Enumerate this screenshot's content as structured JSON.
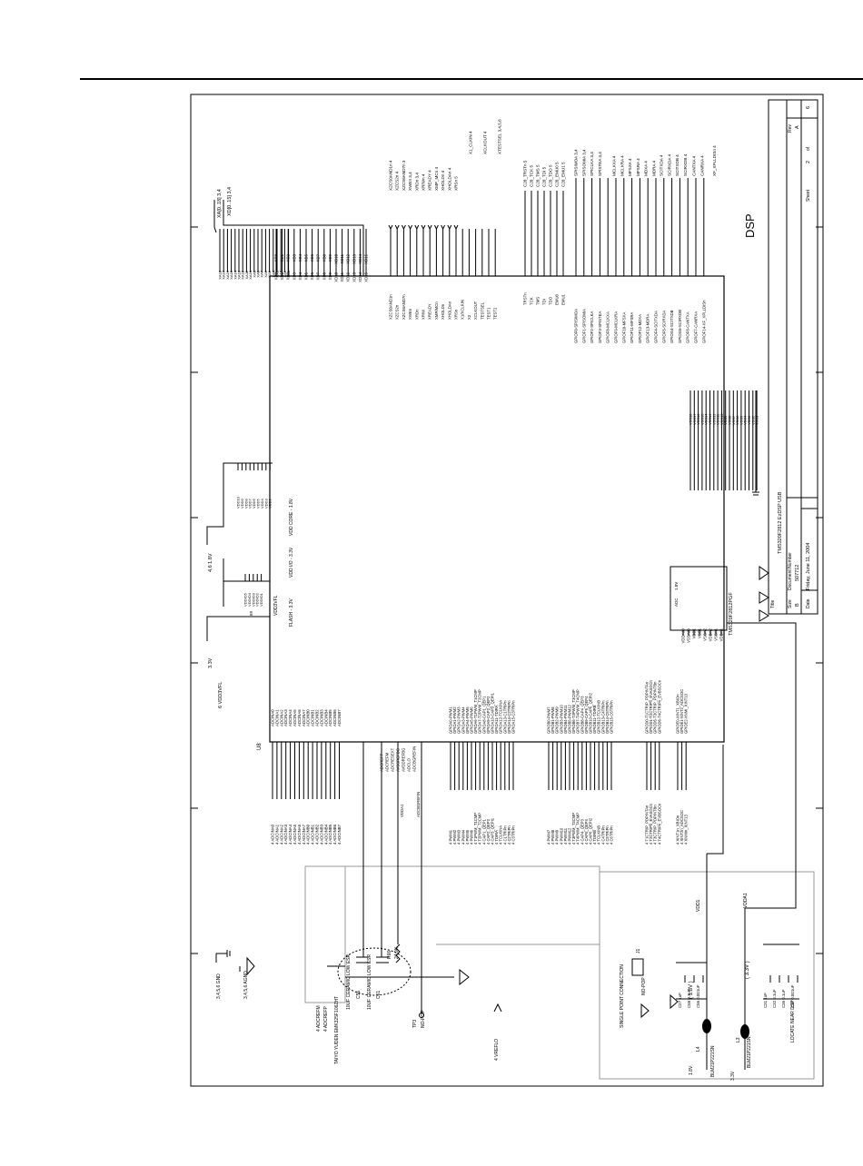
{
  "title_block": {
    "title_label": "Title",
    "title": "TMS320F2812 EzDSP USB",
    "size_label": "Size",
    "size": "B",
    "docnum_label": "Document Number",
    "docnum": "507712",
    "rev_label": "Rev",
    "rev": "A",
    "date_label": "Date",
    "date": "Friday, June 11, 2004",
    "sheet_label": "Sheet",
    "sheet": "2",
    "of_label": "of",
    "sheet_total": "6",
    "big_title": "DSP"
  },
  "chip": {
    "refdes": "U8",
    "part": "TMS320F2812PGF",
    "vdd_core": "VDD CORE - 1.8V",
    "vdd_io": "VDD I/O - 3.3V",
    "flash": "FLASH - 3.3V",
    "adc": "ADC",
    "adc_v": "1.8V",
    "vdd3vfl": "VDD3VFL",
    "vdd3vfl_pin": "69",
    "xa_bus": "XA[0..18] 3,4",
    "xd_bus": "XD[0..15] 3,4",
    "xa_pins": [
      "XA18",
      "XA17",
      "XA16",
      "XA15",
      "XA14",
      "XA13",
      "XA12",
      "XA11",
      "XA10",
      "XA9",
      "XA8",
      "XA7",
      "XA6",
      "XA5",
      "XA4",
      "XA3",
      "XA2",
      "XA1",
      "XA0"
    ],
    "vdd_pins": [
      "VDD10",
      "VDD9",
      "VDD8",
      "VDD7",
      "VDD6",
      "VDD5",
      "VDD4",
      "VDD3",
      "VDD2"
    ],
    "vddio_pins": [
      "VDDIO5",
      "VDDIO4",
      "VDDIO3",
      "VDDIO2",
      "VDDIO1"
    ],
    "vss_pins": [
      "VSS18",
      "VSS17",
      "VSS16",
      "VSS15",
      "VSS14",
      "VSS13",
      "VSS12",
      "VSS11",
      "VSS10",
      "VSS9",
      "VSS8",
      "VSS7",
      "VSS6",
      "VSS5",
      "VSS4",
      "VSS3",
      "VSS2",
      "VSS1"
    ],
    "adcin_pins": [
      "ADCINA0",
      "ADCINA1",
      "ADCINA2",
      "ADCINA3",
      "ADCINA4",
      "ADCINA5",
      "ADCINA6",
      "ADCINA7",
      "ADCINB0",
      "ADCINB1",
      "ADCINB2",
      "ADCINB3",
      "ADCINB4",
      "ADCINB5",
      "ADCINB6",
      "ADCINB7"
    ],
    "adcref_pins": [
      "ADCREFP",
      "ADCREFM",
      "ADCRESEXT",
      "AVSSREFBG",
      "AVDDREFBG",
      "ADCLO",
      "ADCBGREFIN"
    ],
    "gpioa_pins": [
      "GPIOA0-PWM1",
      "GPIOA1-PWM2",
      "GPIOA2-PWM3",
      "GPIOA3-PWM4",
      "GPIOA4-PWM5",
      "GPIOA5-PWM6",
      "GPIOA6-T1PWM_T1CMP",
      "GPIOA7-T2PWM_T2CMP",
      "GPIOA8-CAP1_QEP1",
      "GPIOA9-CAP2_QEP2",
      "GPIOA10-CAP3_QEPI1",
      "GPIOA11-TDIRA",
      "GPIOA12-TCLKINA",
      "GPIOA13-C1TRIPn",
      "GPIOA14-C2TRIPn",
      "GPIOA15-C3TRIPn"
    ],
    "gpiob_pins": [
      "GPIOB0-PWM7",
      "GPIOB1-PWM8",
      "GPIOB2-PWM9",
      "GPIOB3-PWM10",
      "GPIOB4-PWM11",
      "GPIOB5-PWM12",
      "GPIOB6-T3PWM_T3CMP",
      "GPIOB7-T4PWM_T4CMP",
      "GPIOB8-CAP4_QEP3",
      "GPIOB9-CAP5_QEP4",
      "GPIOB10-CAP6_QEPI2",
      "GPIOB11-TDIRB",
      "GPIOB12-TCLKINB",
      "GPIOB13-C4TRIPn",
      "GPIOB14-C5TRIPn",
      "GPIOB15-C6TRIPn"
    ],
    "gpiod_pins": [
      "GPIOD0-T1CTRIP_PDPINTAn",
      "GPIOD1-T2CTRIPn_EVASOCn",
      "GPIOD5-T3CTRIP_PDPINTBn",
      "GPIOD6-T4CTRIPn_EVBSOCn"
    ],
    "gpioe_pins": [
      "GPIOE0-XINT1_XBIOn",
      "GPIOE1-XINT2_ADCSOC",
      "GPIOE2-XNMI_XINT13"
    ],
    "xd_pins": [
      "XD0",
      "XD1",
      "XD2",
      "XD3",
      "XD4",
      "XD5",
      "XD6",
      "XD7",
      "XD8",
      "XD9",
      "XD10",
      "XD11",
      "XD12",
      "XD13",
      "XD14",
      "XD15"
    ],
    "ctrl_pins": [
      "XZCS0AND1n",
      "XZCS2n",
      "XZCS6AND7n",
      "XWEn",
      "XRDn",
      "XR/W",
      "XREADY",
      "XMP/MCn",
      "XHOLDn",
      "XHOLDAn",
      "XRSn",
      "X1/XCLKIN",
      "X2",
      "XCLKOUT",
      "TESTSEL",
      "TEST1",
      "TEST2"
    ],
    "jtag_pins": [
      "TRSTn",
      "TCK",
      "TMS",
      "TDI",
      "TDO",
      "EMU0",
      "EMU1"
    ],
    "gpiof_pins": [
      "GPIOF0-SPISIMOA",
      "GPIOF1-SPISOMIA",
      "GPIOF2-SPICLKA",
      "GPIOF3-SPISTEA",
      "GPIOF8-MCLKXA",
      "GPIOF9-MCLKRA",
      "GPIOF10-MFSXA",
      "GPIOF11-MFSRA",
      "GPIOF12-MDXA",
      "GPIOF13-MDRA",
      "GPIOF4-SCITXDA",
      "GPIOF5-SCIRXDA",
      "GPIOG4-SCITXDB",
      "GPIOG5-SCIRXDB",
      "GPIOF6-CANTXA",
      "GPIOF7-CANRXA",
      "GPIOF14-XF_XPLLDISn"
    ],
    "adc_supply_pins": [
      "VDDAIO",
      "VSSAIO",
      "VDD1",
      "VSS1",
      "VSSA2",
      "VDDA2",
      "VSSA1",
      "VDDA1"
    ]
  },
  "nets_left": {
    "adcin": [
      "4 ADCINA0",
      "4 ADCINA1",
      "4 ADCINA2",
      "4 ADCINA3",
      "4 ADCINA4",
      "4 ADCINA5",
      "4 ADCINA6",
      "4 ADCINA7",
      "4 ADCINB0",
      "4 ADCINB1",
      "4 ADCINB2",
      "4 ADCINB3",
      "4 ADCINB4",
      "4 ADCINB5",
      "4 ADCINB6",
      "4 ADCINB7"
    ],
    "pwm_a": [
      "4 PWM1",
      "4 PWM2",
      "4 PWM3",
      "4 PWM4",
      "4 PWM5",
      "4 PWM6",
      "4 T1PWM_T1CMP",
      "4 T2PWM_T2CMP",
      "4 CAP1_QEP1",
      "4 CAP2_QEP2",
      "4 CAP3_QEPI1",
      "4 TDIRA",
      "4 TCLKINA",
      "4 C1TRIPn",
      "4 C2TRIPn",
      "4 C3TRIPn"
    ],
    "pwm_b": [
      "4 PWM7",
      "4 PWM8",
      "4 PWM9",
      "4 PWM10",
      "4 PWM11",
      "4 PWM12",
      "4 T3PWM_T3CMP",
      "4 T4PWM_T4CMP",
      "4 CAP4_QEP3",
      "4 CAP5_QEP4",
      "4 CAP6_QEPI2",
      "4 TDIRB",
      "4 TCLKINB",
      "4 C4TRIPn",
      "4 C5TRIPn",
      "4 C6TRIPn"
    ],
    "trip": [
      "4 T1CTRIP_PDPINTAn",
      "4 T2CTRIPn_EVASOCn",
      "4 T3CTRIP_PDPINTBn",
      "4 T4CTRIPn_EVBSOCn"
    ],
    "xint": [
      "4 XINT1n_XBIOn",
      "4 XINT2n_ADCSOC",
      "4 XNMIn_XINT13"
    ],
    "vdda1": "VDDA1",
    "adcbg": "ADCBGREFIN"
  },
  "nets_right": {
    "ctrl": [
      "XZCS0AND1n 4",
      "XZCS2n 4",
      "XZCS6AND7n 3",
      "XWEn 3,4",
      "XRDn 3,4",
      "XR/Wn 4",
      "XREADY 4",
      "XMP_MCn 4",
      "XHOLDn 4",
      "XHOLDAn 4",
      "XRSn 5"
    ],
    "clk": [
      "X1_CLKIN 4",
      "XCLKOUT 4",
      "XTESTSEL 3,4,5,6"
    ],
    "jtag": [
      "C28_TRSTn 5",
      "C28_TCK 5",
      "C28_TMS 5",
      "C28_TDI 5",
      "C28_TDO 5",
      "C28_EMU0 5",
      "C28_EMU1 5"
    ],
    "spi": [
      "SPISIMOA 3,4",
      "SPISOMIA 3,4",
      "SPICLKA 3,4",
      "SPISTEA 3,4"
    ],
    "mcbsp": [
      "MCLKXA 4",
      "MCLKRA 4",
      "MFSXA 4",
      "MFSRA 4",
      "MDXA 4",
      "MDRA 4"
    ],
    "sci": [
      "SCITXDA 4",
      "SCIRXDA 4",
      "SCITXDB 4",
      "SCIRXDB 4"
    ],
    "can": [
      "CANTXA 4",
      "CANRXA 4"
    ],
    "xf": "XF_XPLLDISn 4"
  },
  "left_area": {
    "gnd": "3,4,5,6 GND",
    "agnd": "3,4,5,6 AGND",
    "adcrefm": "4 ADCREFM",
    "adcrefp": "4 ADCREFP",
    "cap1": "10UF CERAMIC LOW ESR",
    "cap2": "10UF CERAMIC LOW ESR",
    "c1_ref": "C55",
    "c2_ref": "C61",
    "taiyo": "TAIYO YUDEN EMK325F106ZHT",
    "tp3": "TP3",
    "nopop": "NO-POP",
    "vreflo": "4 VREFLO",
    "v33": "3.3V",
    "vdd3vfl": "6 VDD3VFL",
    "v18": "4,6 1.8V",
    "r_ref": "R66",
    "r_val": "24.9K"
  },
  "power_area": {
    "single_pt": "SINGLE POINT CONNECTION",
    "j1": "J1",
    "nopop": "NO-POP",
    "v18": "1.8V",
    "l4": "L4",
    "bead": "BLM21P221SN",
    "l3": "L3",
    "bead2": "BLM21P221SN",
    "vdd1": "VDD1",
    "vdd1_v": "( 1.8V )",
    "vdda1": "VDDA1",
    "vdda1_v": "( 3.3V )",
    "v33": "3.3V",
    "caps_top": [
      "C27 1uF",
      "C58 0.1uF",
      "C56 0.001uF"
    ],
    "caps_bot": [
      "C31 1uF",
      "C32 0.1uF",
      "C36 0.1uF",
      "C37 0.001uF"
    ],
    "locate": "LOCATE NEAR DSP"
  }
}
